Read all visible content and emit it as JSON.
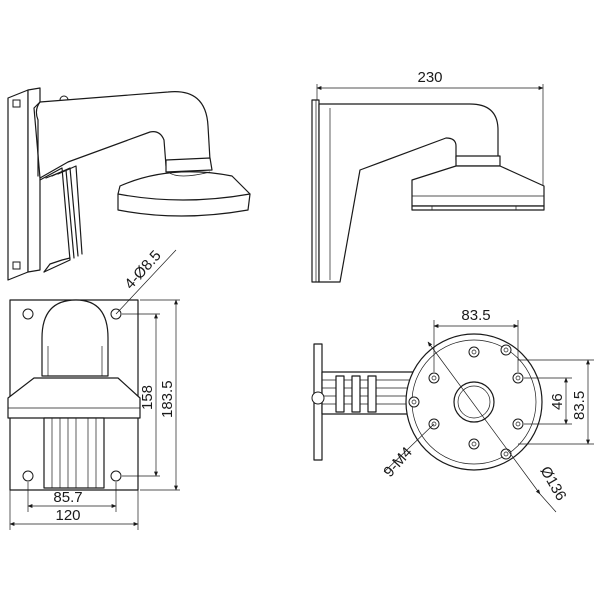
{
  "dimensions": {
    "width_230": "230",
    "hole_spec": "4-Ø8.5",
    "height_158": "158",
    "height_183_5": "183.5",
    "width_85_7": "85.7",
    "width_120": "120",
    "base_83_5": "83.5",
    "base_46": "46",
    "base_v_83_5": "83.5",
    "screws_9_m4": "9-M4",
    "diameter_136": "Ø136"
  },
  "colors": {
    "line": "#1a1a1a",
    "background": "#ffffff"
  }
}
